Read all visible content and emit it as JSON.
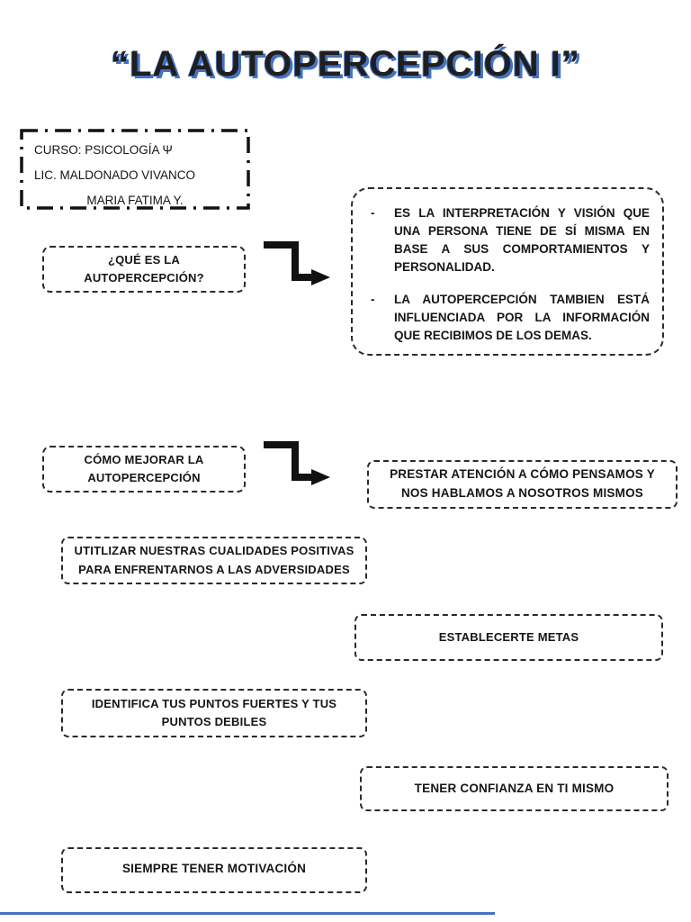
{
  "page": {
    "title": "“LA AUTOPERCEPCIÓN I”",
    "accent_color": "#4472c4",
    "text_color": "#1c1c1c"
  },
  "course_box": {
    "line1": "CURSO: PSICOLOGÍA Ψ",
    "line2": "LIC. MALDONADO VIVANCO",
    "line3": "MARIA FATIMA Y."
  },
  "section1": {
    "question": "¿QUÉ ES LA AUTOPERCEPCIÓN?",
    "bullet_marker": "-",
    "bullets": [
      "ES LA INTERPRETACIÓN Y VISIÓN QUE UNA PERSONA TIENE DE SÍ MISMA EN BASE A SUS COMPORTAMIENTOS Y PERSONALIDAD.",
      "LA AUTOPERCEPCIÓN TAMBIEN ESTÁ INFLUENCIADA POR LA INFORMACIÓN QUE RECIBIMOS DE LOS DEMAS."
    ]
  },
  "section2": {
    "question": "CÓMO MEJORAR LA AUTOPERCEPCIÓN",
    "tips": [
      "PRESTAR ATENCIÓN A CÓMO PENSAMOS Y NOS HABLAMOS A NOSOTROS MISMOS",
      "UTITLIZAR NUESTRAS CUALIDADES POSITIVAS PARA ENFRENTARNOS A LAS ADVERSIDADES",
      "ESTABLECERTE METAS",
      "IDENTIFICA TUS PUNTOS FUERTES Y TUS PUNTOS DEBILES",
      "TENER CONFIANZA EN TI MISMO",
      "SIEMPRE TENER MOTIVACIÓN"
    ]
  }
}
